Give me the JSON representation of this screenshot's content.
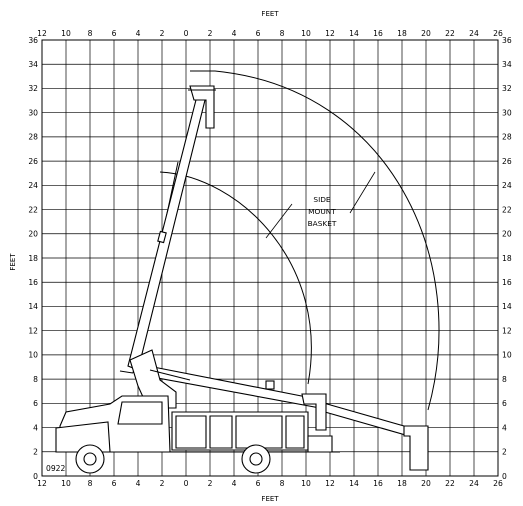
{
  "axis_title_top": "FEET",
  "axis_title_bottom": "FEET",
  "axis_title_left": "FEET",
  "annotation": {
    "line1": "SIDE",
    "line2": "MOUNT",
    "line3": "BASKET"
  },
  "drawing_number": "0922",
  "colors": {
    "ink": "#000000",
    "background": "#ffffff"
  },
  "chart_data": {
    "type": "diagram",
    "x_ticks": [
      "12",
      "10",
      "8",
      "6",
      "4",
      "2",
      "0",
      "2",
      "4",
      "6",
      "8",
      "10",
      "12",
      "14",
      "16",
      "18",
      "20",
      "22",
      "24",
      "26"
    ],
    "y_ticks": [
      "0",
      "2",
      "4",
      "6",
      "8",
      "10",
      "12",
      "14",
      "16",
      "18",
      "20",
      "22",
      "24",
      "26",
      "28",
      "30",
      "32",
      "34",
      "36"
    ],
    "x_range": [
      -12,
      26
    ],
    "y_range": [
      0,
      36
    ],
    "grid": true
  }
}
